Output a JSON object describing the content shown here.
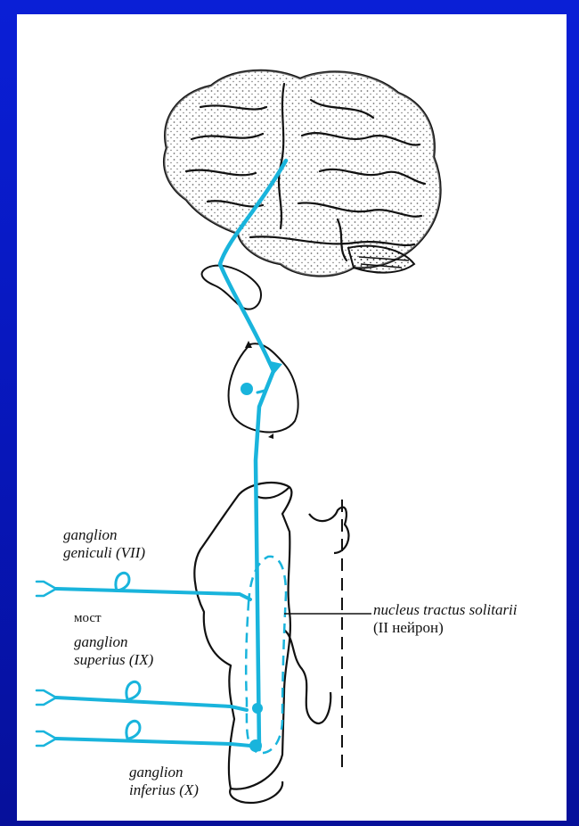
{
  "labels": {
    "geniculi_line1": "ganglion",
    "geniculi_line2": "geniculi (VII)",
    "pons": "мост",
    "superius_line1": "ganglion",
    "superius_line2": "superius (IX)",
    "inferius_line1": "ganglion",
    "inferius_line2": "inferius (X)",
    "nucleus_line1": "nucleus tractus solitarii",
    "nucleus_line2": "(II нейрон)"
  },
  "colors": {
    "pathway": "#19b4dc",
    "outline": "#111111",
    "background": "#0a1fd6"
  }
}
